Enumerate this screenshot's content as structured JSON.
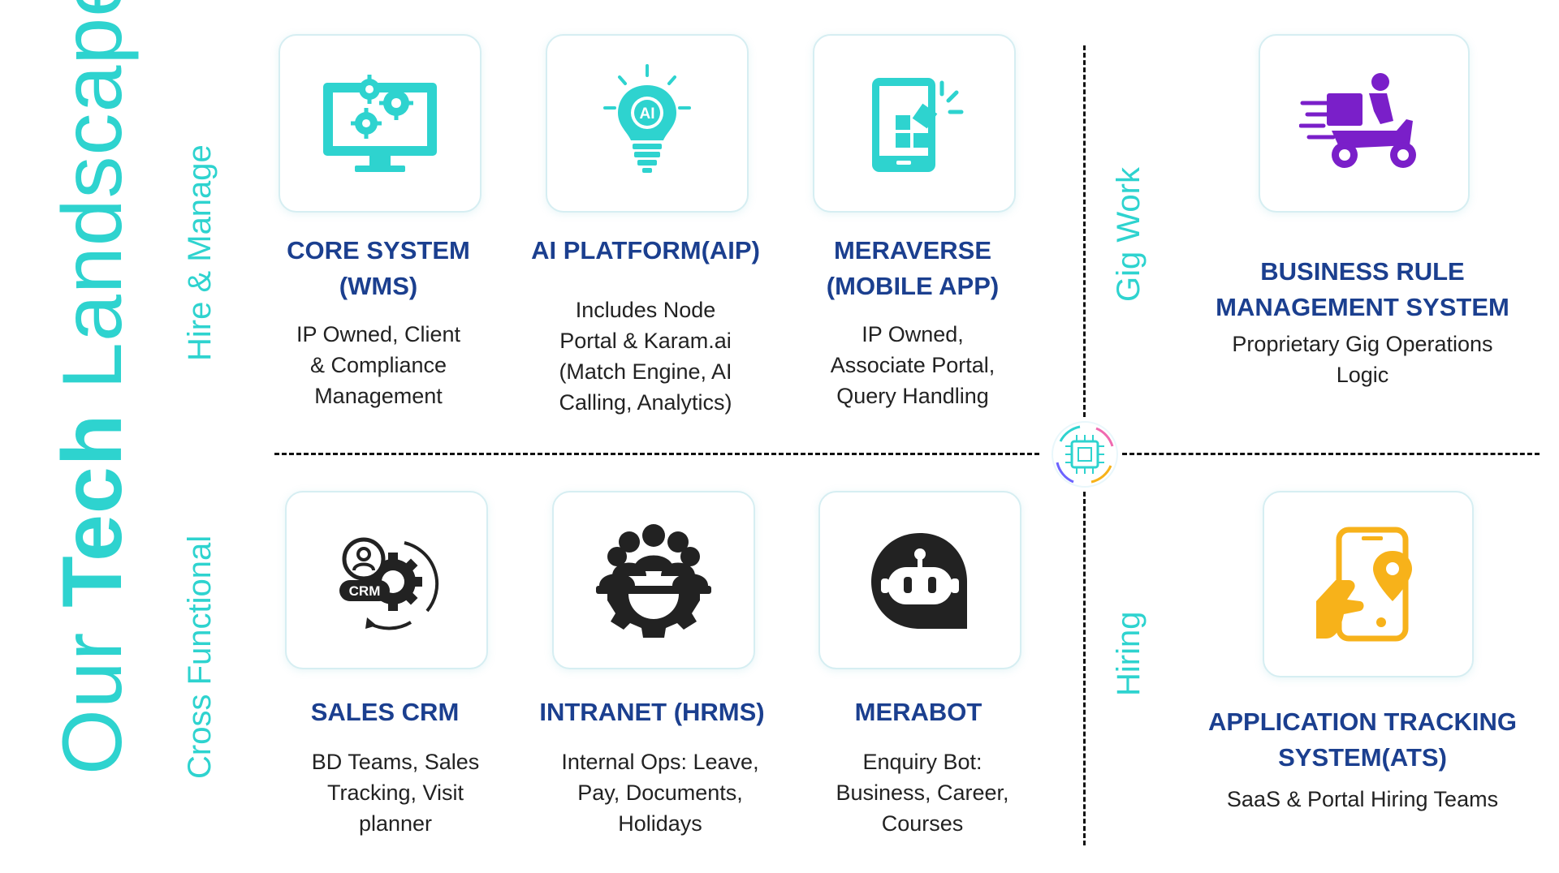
{
  "heading": {
    "part1": "Our ",
    "part2": "Tech",
    "part3": " Landscape"
  },
  "groups": {
    "hire_manage": "Hire & Manage",
    "cross_functional": "Cross Functional",
    "gig_work": "Gig Work",
    "hiring": "Hiring"
  },
  "cards": {
    "core_system": {
      "title1": "CORE SYSTEM",
      "title2": "(WMS)",
      "desc": [
        "IP Owned, Client",
        "& Compliance",
        "Management"
      ],
      "icon": "monitor-gears-icon"
    },
    "ai_platform": {
      "title1": "AI PLATFORM(AIP)",
      "desc": [
        "Includes Node",
        "Portal & Karam.ai",
        "(Match Engine, AI",
        "Calling, Analytics)"
      ],
      "icon": "ai-bulb-icon",
      "icon_text": "AI"
    },
    "meraverse": {
      "title1": "MERAVERSE",
      "title2": "(MOBILE APP)",
      "desc": [
        "IP Owned,",
        "Associate Portal,",
        "Query Handling"
      ],
      "icon": "mobile-app-icon"
    },
    "brms": {
      "title1": "BUSINESS RULE",
      "title2": "MANAGEMENT SYSTEM",
      "desc": [
        "Proprietary Gig Operations",
        "Logic"
      ],
      "icon": "delivery-scooter-icon"
    },
    "sales_crm": {
      "title1": "SALES CRM",
      "desc": [
        "BD Teams, Sales",
        "Tracking, Visit",
        "planner"
      ],
      "icon": "crm-gear-icon",
      "icon_text": "CRM"
    },
    "intranet": {
      "title1": "INTRANET (HRMS)",
      "desc": [
        "Internal Ops: Leave,",
        "Pay, Documents,",
        "Holidays"
      ],
      "icon": "team-gear-icon"
    },
    "merabot": {
      "title1": "MERABOT",
      "desc": [
        "Enquiry Bot:",
        "Business, Career,",
        "Courses"
      ],
      "icon": "chatbot-icon"
    },
    "ats": {
      "title1": "APPLICATION TRACKING",
      "title2": "SYSTEM(ATS)",
      "desc": [
        "SaaS & Portal Hiring Teams"
      ],
      "icon": "phone-location-icon"
    }
  },
  "colors": {
    "teal": "#2ed3cf",
    "navy": "#1b3f8f",
    "purple": "#7a1fc9",
    "orange": "#f7b21a",
    "dark": "#222222"
  }
}
